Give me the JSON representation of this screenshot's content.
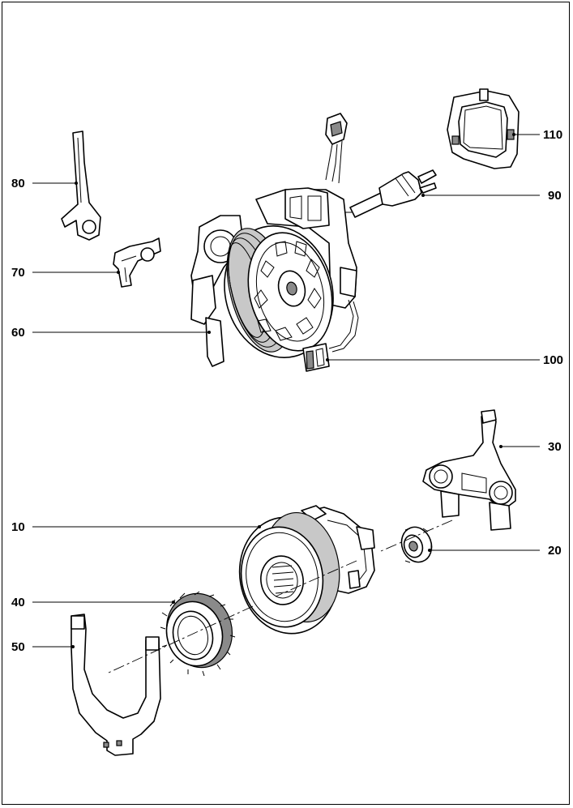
{
  "diagram": {
    "labels": {
      "l10": "10",
      "l20": "20",
      "l30": "30",
      "l40": "40",
      "l50": "50",
      "l60": "60",
      "l70": "70",
      "l80": "80",
      "l90": "90",
      "l100": "100",
      "l110": "110"
    }
  }
}
